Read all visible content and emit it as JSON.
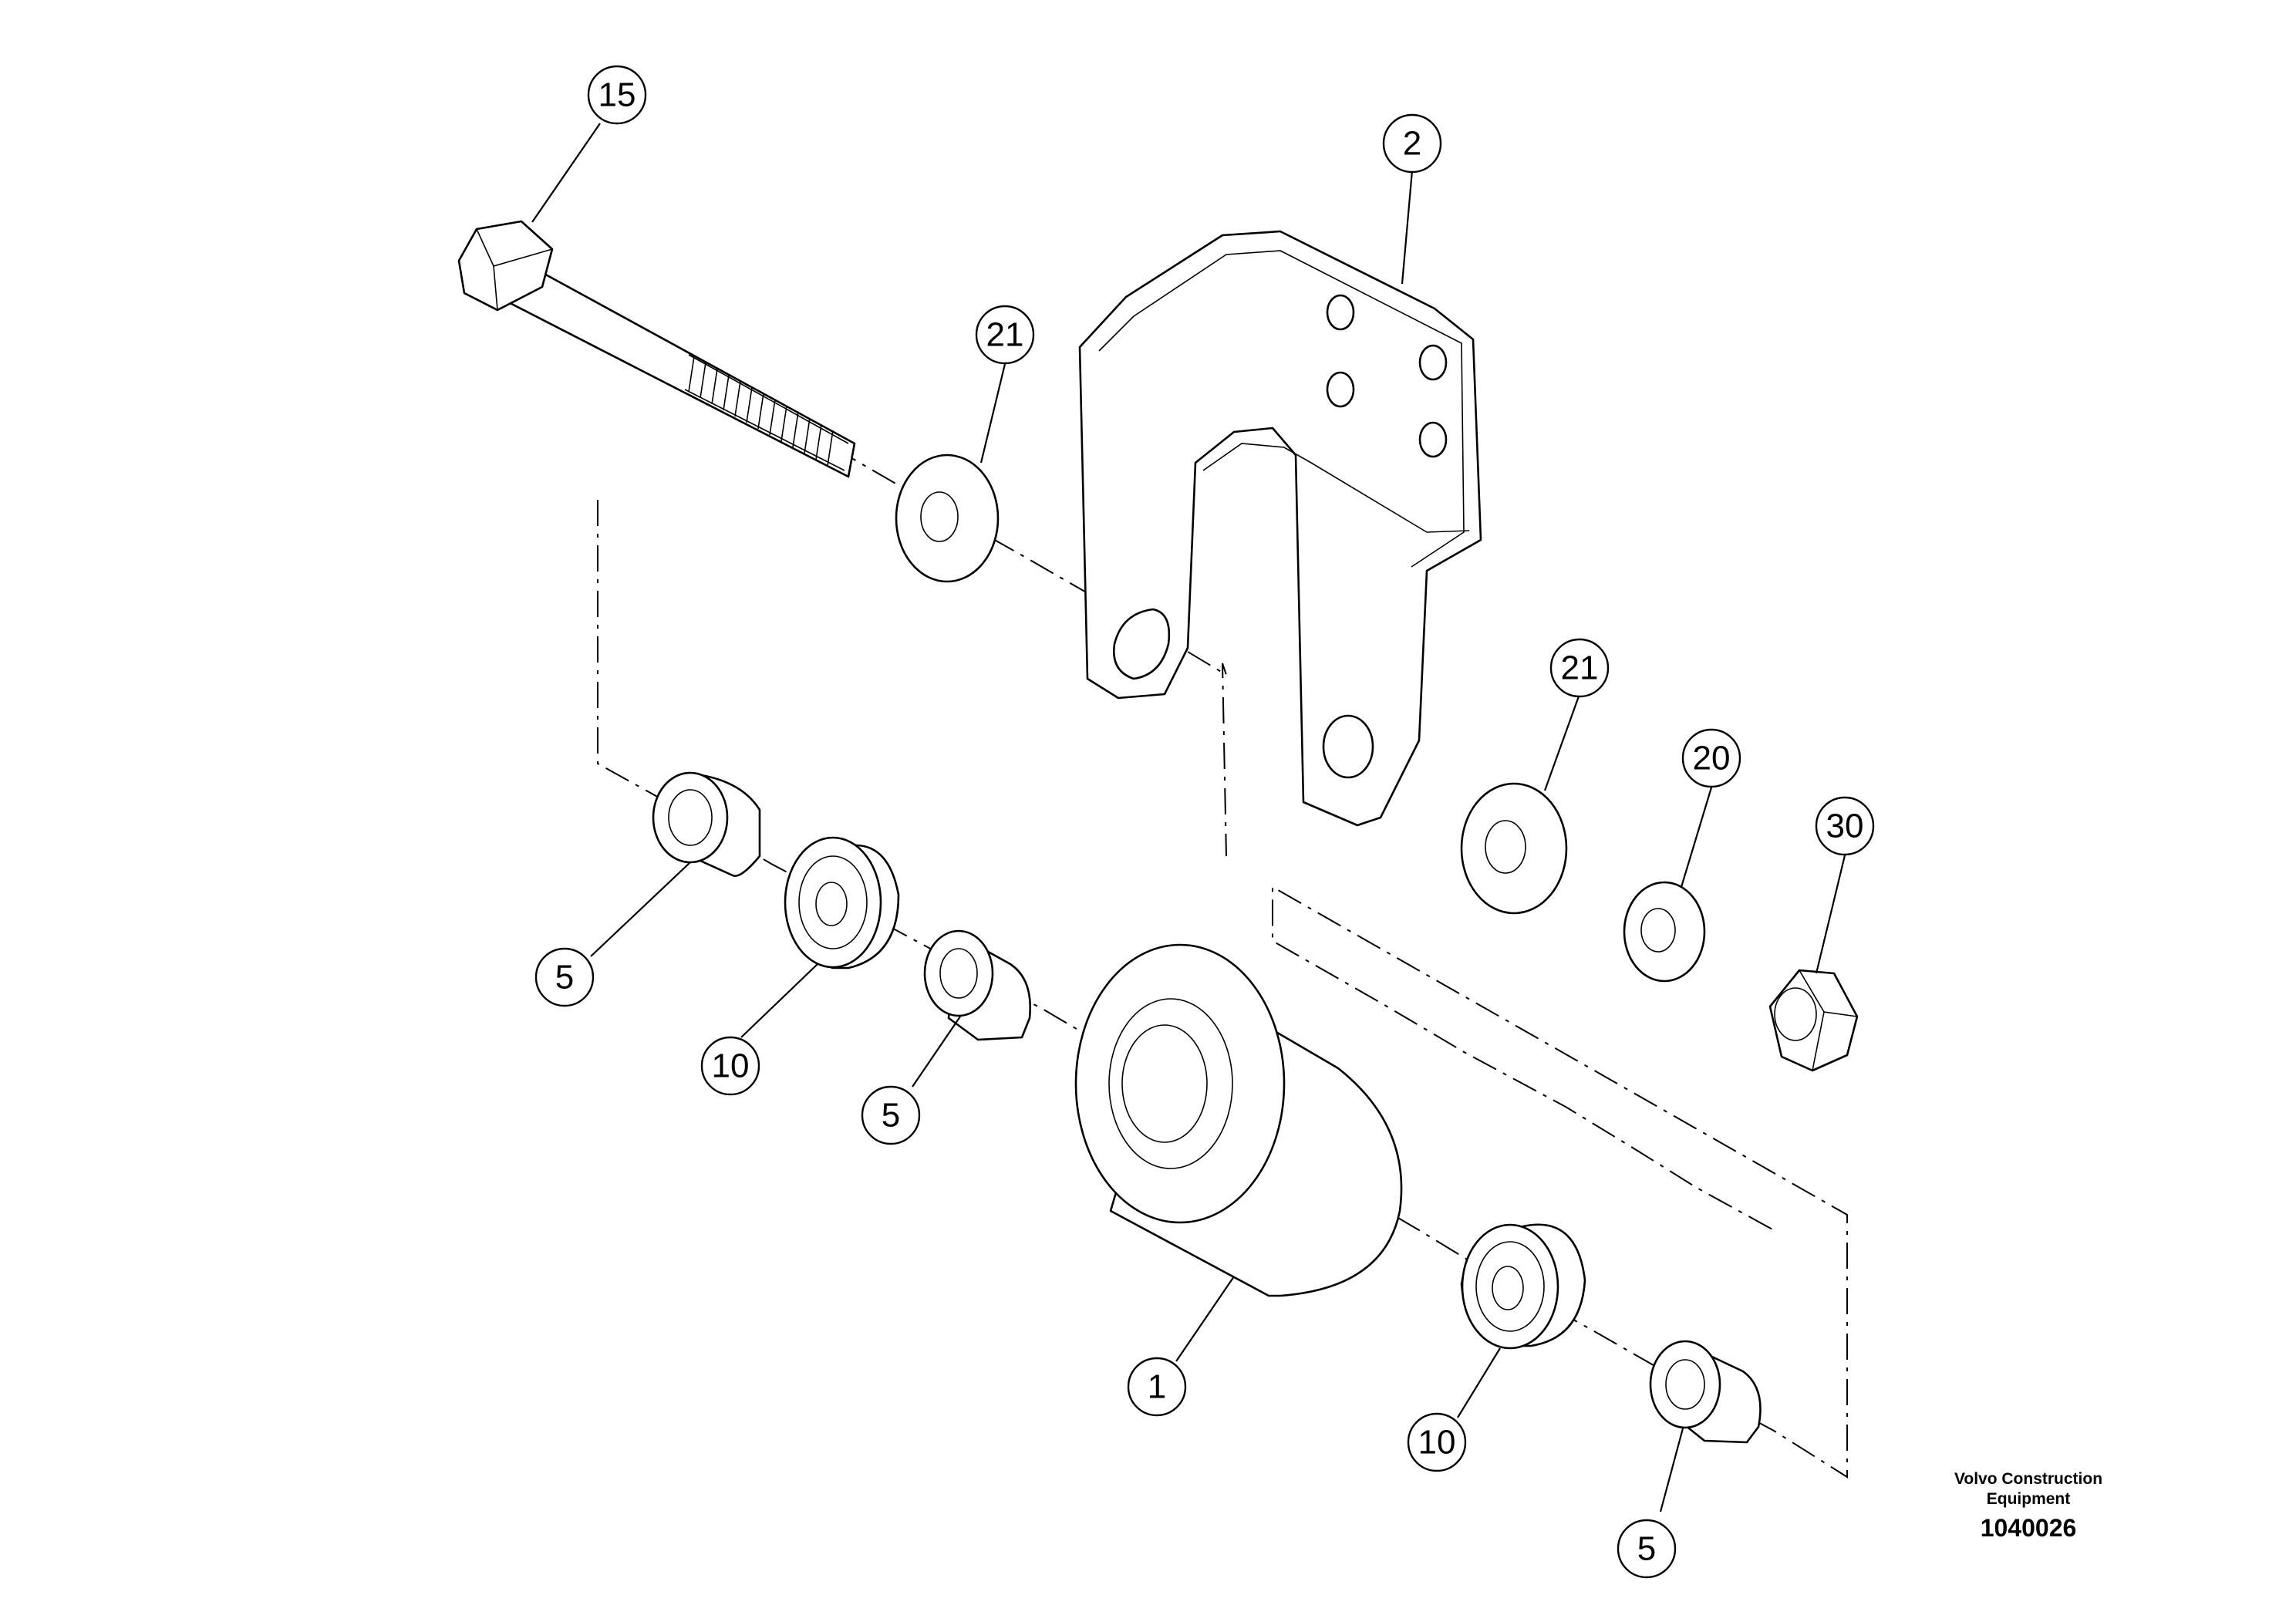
{
  "drawing": {
    "callouts": [
      {
        "id": "c15",
        "label": "15"
      },
      {
        "id": "c2",
        "label": "2"
      },
      {
        "id": "c21a",
        "label": "21"
      },
      {
        "id": "c21b",
        "label": "21"
      },
      {
        "id": "c20",
        "label": "20"
      },
      {
        "id": "c30",
        "label": "30"
      },
      {
        "id": "c5a",
        "label": "5"
      },
      {
        "id": "c10a",
        "label": "10"
      },
      {
        "id": "c5b",
        "label": "5"
      },
      {
        "id": "c1",
        "label": "1"
      },
      {
        "id": "c10b",
        "label": "10"
      },
      {
        "id": "c5c",
        "label": "5"
      }
    ],
    "brand_line1": "Volvo Construction",
    "brand_line2": "Equipment",
    "document_number": "1040026"
  }
}
